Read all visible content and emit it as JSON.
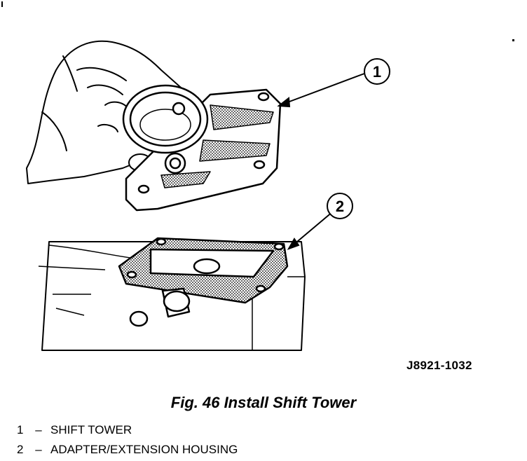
{
  "figure": {
    "code": "J8921-1032",
    "caption": "Fig. 46 Install Shift Tower",
    "callouts": [
      {
        "num": "1",
        "label": "SHIFT TOWER"
      },
      {
        "num": "2",
        "label": "ADAPTER/EXTENSION HOUSING"
      }
    ],
    "separator": "–"
  }
}
